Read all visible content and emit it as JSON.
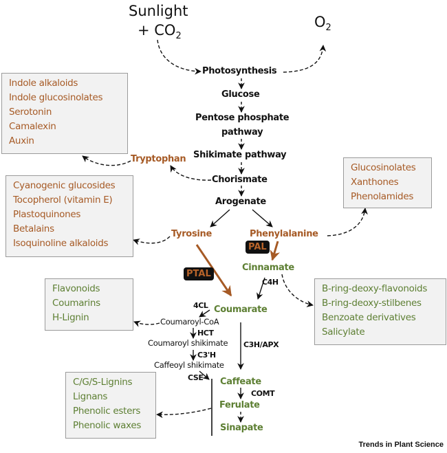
{
  "inputs": {
    "sunlight": "Sunlight",
    "co2_prefix": "+ CO",
    "co2_sub": "2",
    "o2_main": "O",
    "o2_sub": "2"
  },
  "main_pathway": [
    "Photosynthesis",
    "Glucose",
    "Pentose phosphate",
    "pathway",
    "Shikimate pathway",
    "Chorismate",
    "Arogenate"
  ],
  "amino_acids": {
    "tryptophan": "Tryptophan",
    "tyrosine": "Tyrosine",
    "phenylalanine": "Phenylalanine"
  },
  "phenylpropanoids": {
    "cinnamate": "Cinnamate",
    "coumarate": "Coumarate",
    "caffeate": "Caffeate",
    "ferulate": "Ferulate",
    "sinapate": "Sinapate"
  },
  "intermediates": {
    "coumaroyl_coa": "Coumaroyl-CoA",
    "coumaroyl_shikimate": "Coumaroyl shikimate",
    "caffeoyl_shikimate": "Caffeoyl shikimate"
  },
  "enzymes": {
    "pal": "PAL",
    "ptal": "PTAL",
    "c4h": "C4H",
    "4cl": "4CL",
    "hct": "HCT",
    "c3h_prime": "C3'H",
    "cse": "CSE",
    "c3h_apx": "C3H/APX",
    "comt": "COMT"
  },
  "product_boxes": {
    "tryptophan_products": [
      "Indole alkaloids",
      "Indole glucosinolates",
      "Serotonin",
      "Camalexin",
      "Auxin"
    ],
    "tyrosine_products": [
      "Cyanogenic glucosides",
      "Tocopherol (vitamin E)",
      "Plastoquinones",
      "Betalains",
      "Isoquinoline alkaloids"
    ],
    "phenylalanine_products": [
      "Glucosinolates",
      "Xanthones",
      "Phenolamides"
    ],
    "cinnamate_products": [
      "B-ring-deoxy-flavonoids",
      "B-ring-deoxy-stilbenes",
      "Benzoate derivatives",
      "Salicylate"
    ],
    "coumaroyl_coa_products": [
      "Flavonoids",
      "Coumarins",
      "H-Lignin"
    ],
    "hydroxycinnamate_products": [
      "C/G/S-Lignins",
      "Lignans",
      "Phenolic esters",
      "Phenolic waxes"
    ]
  },
  "colors": {
    "amino_acid_text": "#a65a25",
    "phenylpropanoid_text": "#5d7f33",
    "enzyme_arrow": "#a65a25",
    "box_fill": "#f2f2f2",
    "box_border": "#9a9a9a"
  },
  "credit": "Trends in Plant Science"
}
